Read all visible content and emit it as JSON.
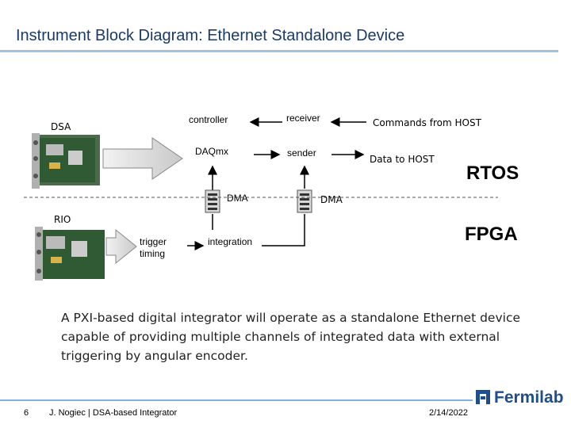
{
  "slide": {
    "title": "Instrument Block Diagram: Ethernet Standalone Device"
  },
  "diagram": {
    "dsa_label": "DSA",
    "rio_label": "RIO",
    "controller": "controller",
    "receiver": "receiver",
    "daqmx": "DAQmx",
    "sender": "sender",
    "commands": "Commands from HOST",
    "data_to_host": "Data to HOST",
    "dma_left": "DMA",
    "dma_right": "DMA",
    "rtos": "RTOS",
    "fpga": "FPGA",
    "trigger_line1": "trigger",
    "trigger_line2": "timing",
    "integration": "integration"
  },
  "body_text": "A PXI-based digital integrator will operate as a standalone Ethernet device capable of providing multiple channels of integrated data with external triggering by angular encoder.",
  "footer": {
    "page_number": "6",
    "author": "J. Nogiec | DSA-based Integrator",
    "date": "2/14/2022",
    "logo": "Fermilab"
  }
}
